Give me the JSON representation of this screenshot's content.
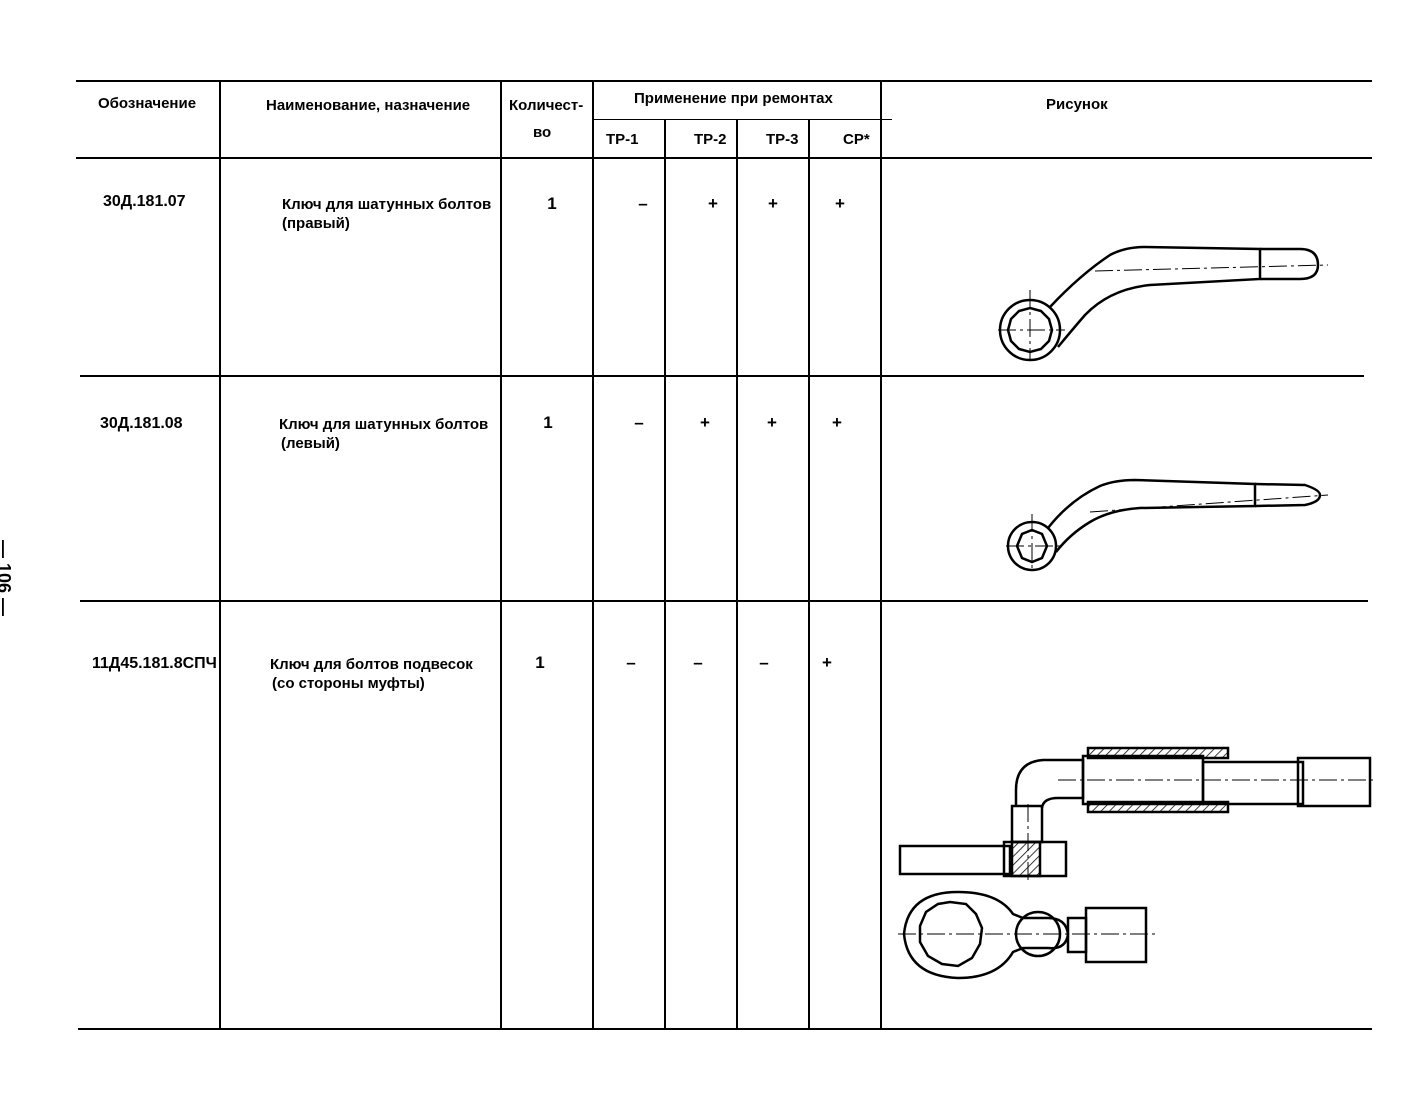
{
  "page_number": "— 106 —",
  "header": {
    "designation": "Обозначение",
    "name": "Наименование, назначение",
    "quantity_line1": "Количест-",
    "quantity_line2": "во",
    "application": "Применение при ремонтах",
    "tr1": "ТР-1",
    "tr2": "ТР-2",
    "tr3": "ТР-3",
    "sr": "СР*",
    "figure": "Рисунок"
  },
  "rows": [
    {
      "designation": "30Д.181.07",
      "name_line1": "Ключ для шатунных болтов",
      "name_line2": "(правый)",
      "quantity": "1",
      "tr1": "–",
      "tr2": "+",
      "tr3": "+",
      "sr": "+",
      "figure_icon": "offset-ring-wrench-right"
    },
    {
      "designation": "30Д.181.08",
      "name_line1": "Ключ для шатунных болтов",
      "name_line2": "(левый)",
      "quantity": "1",
      "tr1": "–",
      "tr2": "+",
      "tr3": "+",
      "sr": "+",
      "figure_icon": "offset-ring-wrench-left"
    },
    {
      "designation": "11Д45.181.8СПЧ",
      "name_line1": "Ключ для болтов подвесок",
      "name_line2": "(со стороны муфты)",
      "quantity": "1",
      "tr1": "–",
      "tr2": "–",
      "tr3": "–",
      "sr": "+",
      "figure_icon": "hanger-bolt-wrench"
    }
  ]
}
